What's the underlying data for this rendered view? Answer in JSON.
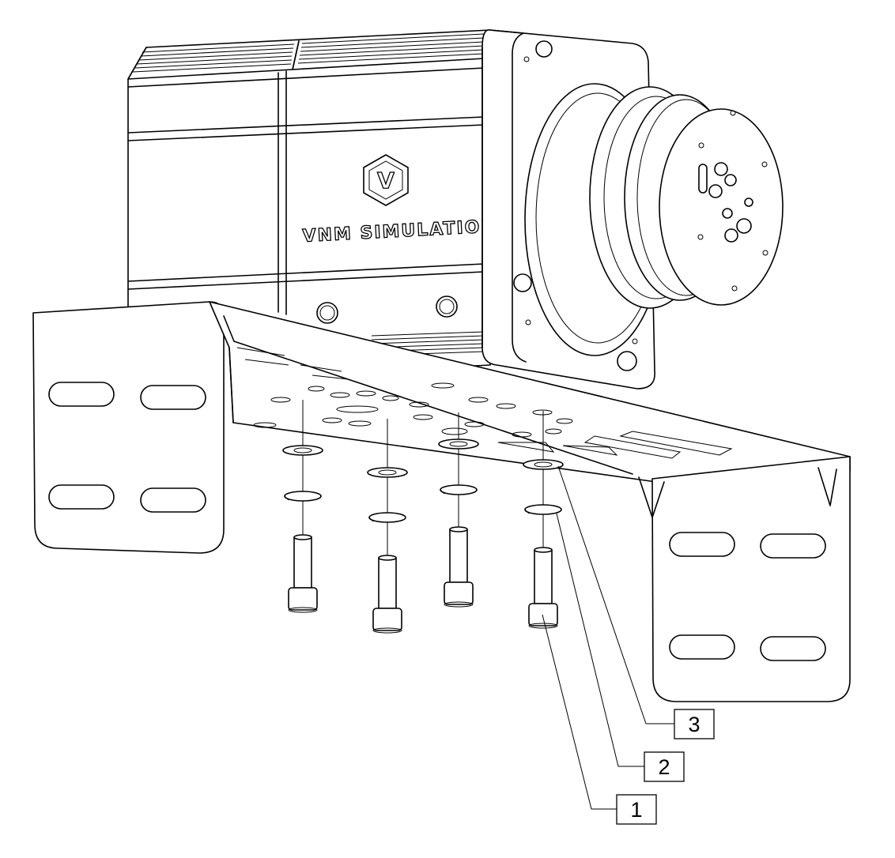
{
  "figure": {
    "subject": "direct drive wheelbase mounted on an L-bracket with four bolt assemblies",
    "brand_text": "VNM SIMULATION",
    "logo_glyph": "V",
    "line_color": "#000000",
    "background_color": "#ffffff"
  },
  "callouts": [
    {
      "number": "1",
      "part": "cap-screw"
    },
    {
      "number": "2",
      "part": "spring-washer"
    },
    {
      "number": "3",
      "part": "flat-washer"
    }
  ],
  "bolt_assemblies": [
    {
      "id": "bolt-a"
    },
    {
      "id": "bolt-b"
    },
    {
      "id": "bolt-c"
    },
    {
      "id": "bolt-d"
    }
  ]
}
